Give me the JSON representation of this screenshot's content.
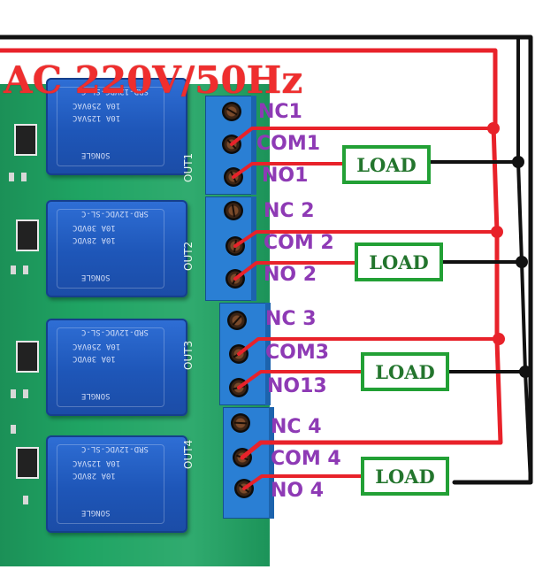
{
  "title": "AC 220V/50Hz",
  "pins": [
    "NC1",
    "COM1",
    "NO1",
    "NC 2",
    "COM 2",
    "NO 2",
    "NC 3",
    "COM3",
    "NO13",
    "NC 4",
    "COM 4",
    "NO 4"
  ],
  "loads": [
    "LOAD",
    "LOAD",
    "LOAD",
    "LOAD"
  ],
  "outputs": [
    "OUT1",
    "OUT2",
    "OUT3",
    "OUT4"
  ],
  "relay": {
    "model": "SRD-12VDC-SL-C",
    "ratings": [
      "10A 250VAC",
      "10A 125VAC",
      "10A 30VDC",
      "10A 28VDC"
    ],
    "brand": "SONGLE"
  },
  "colors": {
    "live_wire": "#e8222a",
    "neutral_wire": "#111111",
    "pin_label": "#8e3ab5",
    "load_border": "#22a035",
    "load_text": "#23752d",
    "relay": "#1e56b8",
    "terminal": "#2a7fd4",
    "pcb": "#1fa463"
  }
}
